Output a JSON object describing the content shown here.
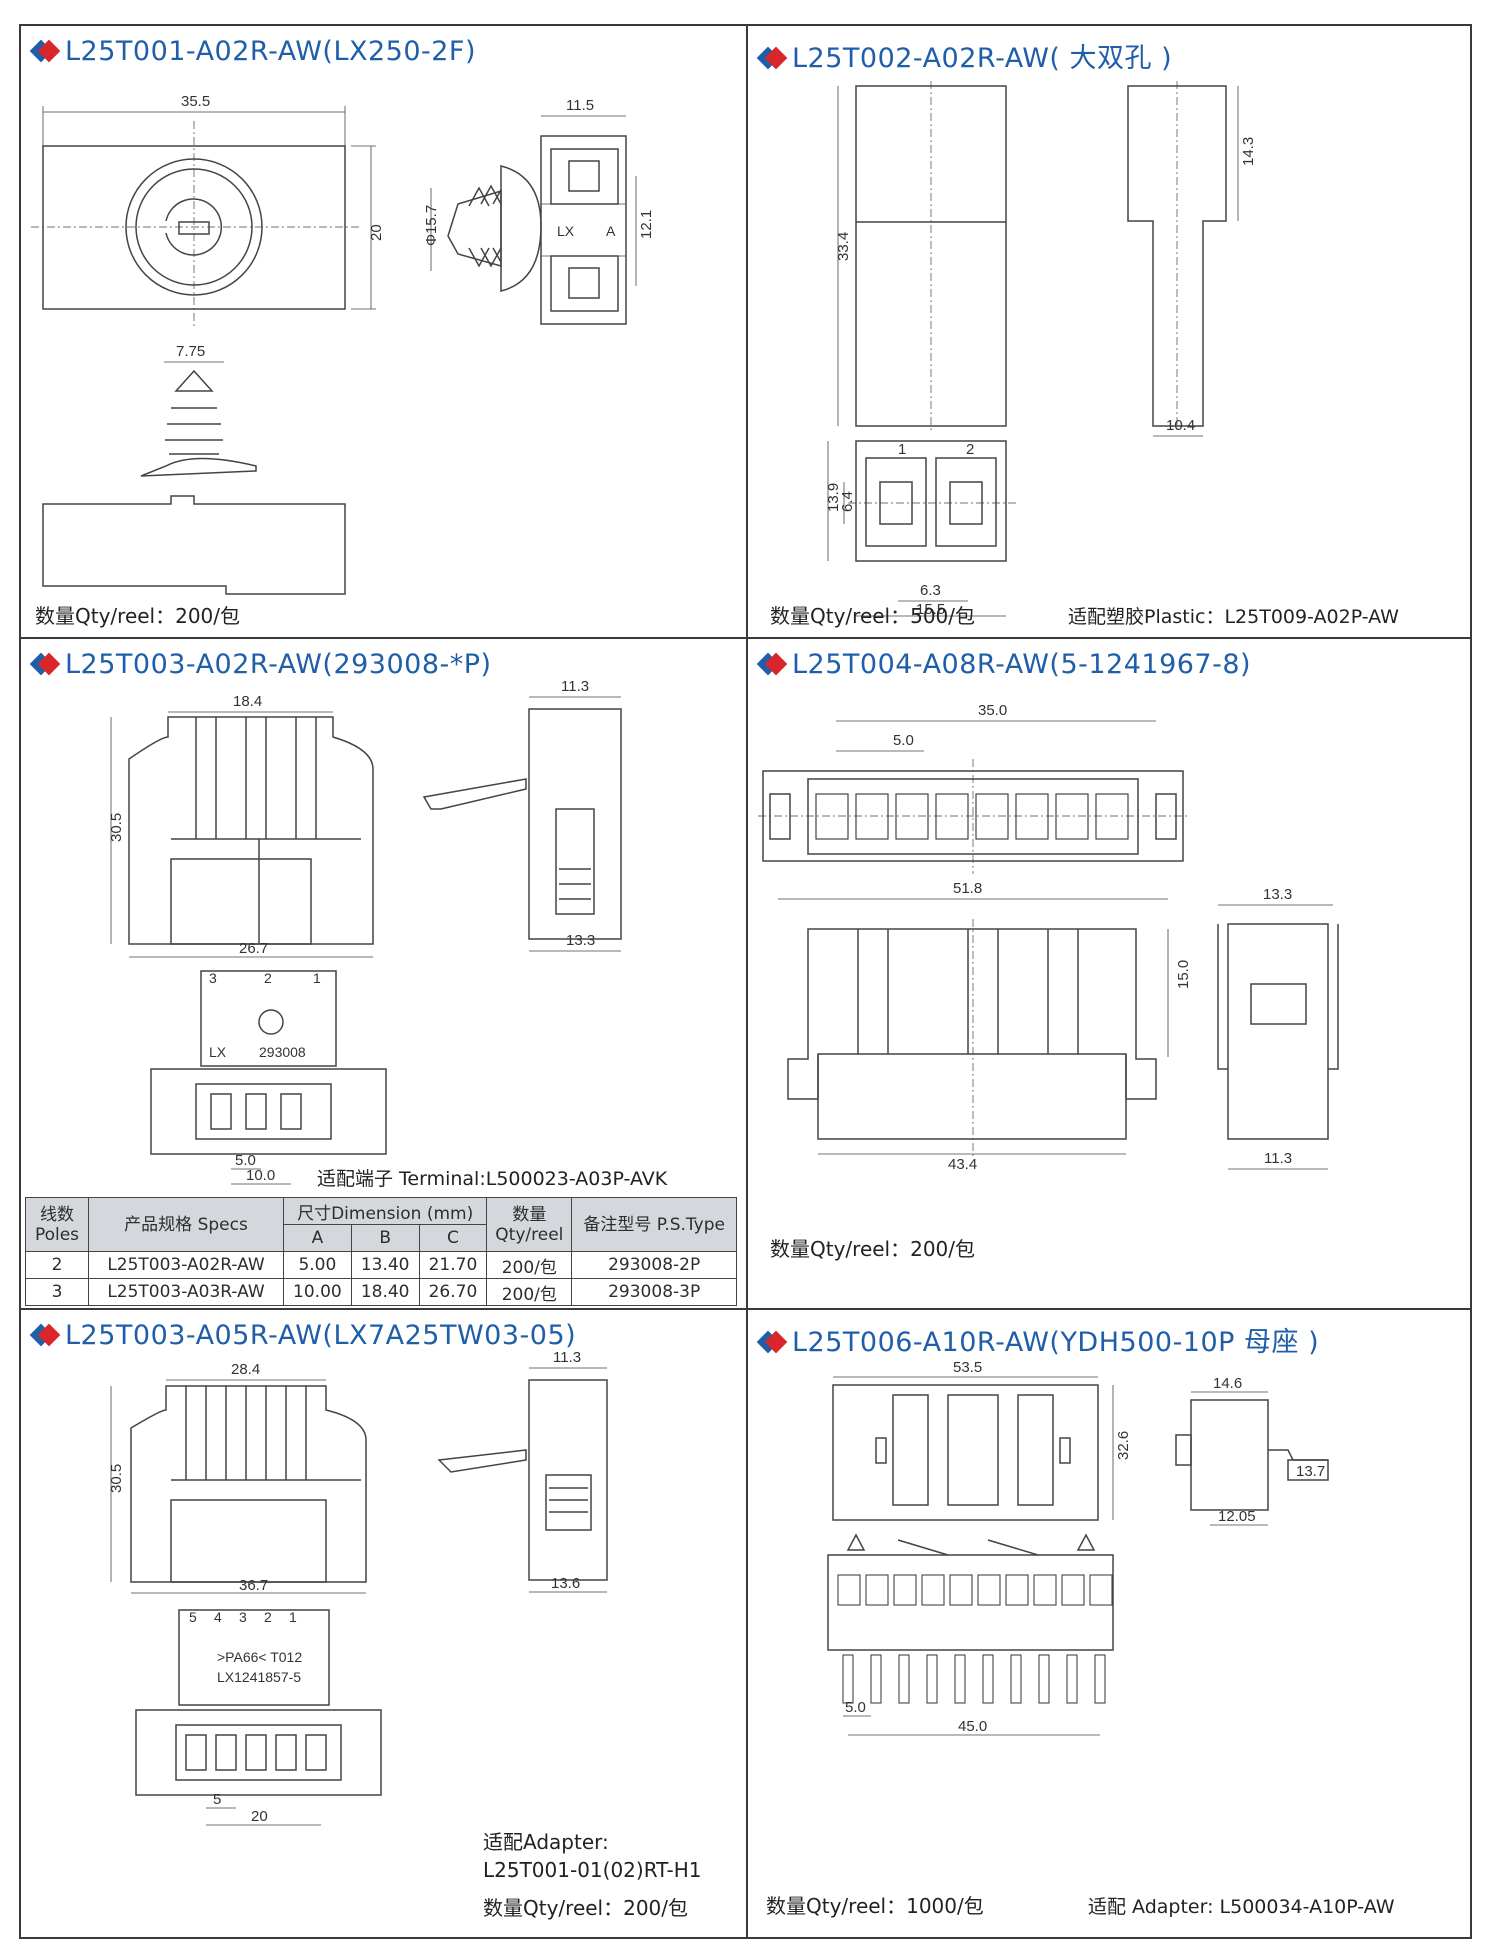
{
  "panels": {
    "p1": {
      "title": "L25T001-A02R-AW(LX250-2F)",
      "qty": "数量Qty/reel：200/包",
      "dims": {
        "d1": "35.5",
        "d2": "20",
        "d3": "11.5",
        "d4": "Φ15.7",
        "d5": "12.1",
        "d6": "7.75"
      },
      "labels": {
        "lx": "LX",
        "a": "A"
      }
    },
    "p2": {
      "title": "L25T002-A02R-AW( 大双孔 )",
      "qty": "数量Qty/reel：500/包",
      "plastic": "适配塑胶Plastic：L25T009-A02P-AW",
      "dims": {
        "d1": "33.4",
        "d2": "14.3",
        "d3": "10.4",
        "d4": "13.9",
        "d5": "6.4",
        "d6": "6.3",
        "d7": "15.5"
      },
      "labels": {
        "n1": "1",
        "n2": "2"
      }
    },
    "p3": {
      "title": "L25T003-A02R-AW(293008-*P)",
      "terminal": "适配端子 Terminal:L500023-A03P-AVK",
      "dims": {
        "d1": "18.4",
        "d2": "30.5",
        "d3": "26.7",
        "d4": "11.3",
        "d5": "13.3",
        "d6": "5.0",
        "d7": "10.0"
      },
      "labels": {
        "n3": "3",
        "n2": "2",
        "n1": "1",
        "lx": "LX",
        "pn": "293008"
      },
      "table": {
        "head": {
          "poles": "线数 Poles",
          "specs": "产品规格 Specs",
          "dimension": "尺寸Dimension (mm)",
          "a": "A",
          "b": "B",
          "c": "C",
          "qty": "数量 Qty/reel",
          "ps": "备注型号 P.S.Type"
        },
        "rows": [
          {
            "poles": "2",
            "spec": "L25T003-A02R-AW",
            "a": "5.00",
            "b": "13.40",
            "c": "21.70",
            "qty": "200/包",
            "ps": "293008-2P"
          },
          {
            "poles": "3",
            "spec": "L25T003-A03R-AW",
            "a": "10.00",
            "b": "18.40",
            "c": "26.70",
            "qty": "200/包",
            "ps": "293008-3P"
          }
        ]
      }
    },
    "p4": {
      "title": "L25T004-A08R-AW(5-1241967-8)",
      "qty": "数量Qty/reel：200/包",
      "dims": {
        "d1": "35.0",
        "d2": "5.0",
        "d3": "51.8",
        "d4": "13.3",
        "d5": "15.0",
        "d6": "43.4",
        "d7": "11.3"
      }
    },
    "p5": {
      "title": "L25T003-A05R-AW(LX7A25TW03-05)",
      "adapter1": "适配Adapter:",
      "adapter2": "L25T001-01(02)RT-H1",
      "qty": "数量Qty/reel：200/包",
      "dims": {
        "d1": "28.4",
        "d2": "30.5",
        "d3": "36.7",
        "d4": "11.3",
        "d5": "13.6",
        "d6": "5",
        "d7": "20"
      },
      "labels": {
        "n5": "5",
        "n4": "4",
        "n3": "3",
        "n2": "2",
        "n1": "1",
        "m1": ">PA66< T012",
        "m2": "LX1241857-5"
      }
    },
    "p6": {
      "title": "L25T006-A10R-AW(YDH500-10P 母座 )",
      "qty": "数量Qty/reel：1000/包",
      "adapter": "适配 Adapter: L500034-A10P-AW",
      "dims": {
        "d1": "53.5",
        "d2": "32.6",
        "d3": "14.6",
        "d4": "13.7",
        "d5": "12.05",
        "d6": "5.0",
        "d7": "45.0"
      }
    }
  }
}
